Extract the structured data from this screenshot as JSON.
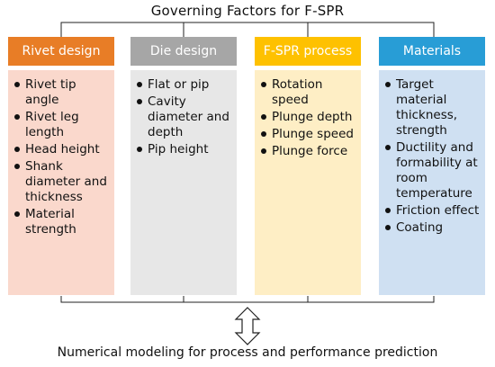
{
  "title": "Governing Factors for F-SPR",
  "columns": [
    {
      "heading": "Rivet design",
      "color": "#e87d26",
      "fill": "#fad8cc",
      "items": [
        "Rivet tip angle",
        "Rivet leg length",
        "Head height",
        "Shank diameter and thickness",
        "Material strength"
      ]
    },
    {
      "heading": "Die design",
      "color": "#a6a6a6",
      "fill": "#e7e7e7",
      "items": [
        "Flat or pip",
        "Cavity diameter and depth",
        "Pip height"
      ]
    },
    {
      "heading": "F-SPR process",
      "color": "#fec100",
      "fill": "#feeec5",
      "items": [
        "Rotation speed",
        "Plunge depth",
        "Plunge speed",
        "Plunge force"
      ]
    },
    {
      "heading": "Materials",
      "color": "#289dd6",
      "fill": "#cfe0f2",
      "items": [
        "Target material thickness, strength",
        "Ductility and formability at room temperature",
        "Friction effect",
        "Coating"
      ]
    }
  ],
  "footer": "Numerical modeling for process and performance prediction",
  "icons": {
    "bullet": "bullet-dot",
    "arrow": "double-headed-vertical-arrow"
  }
}
